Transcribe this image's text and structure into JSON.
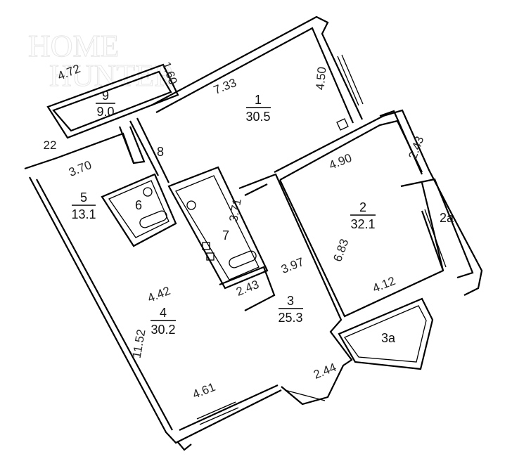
{
  "watermark": {
    "line1": "HOME",
    "line2": "HUNTER"
  },
  "rooms": [
    {
      "id": "1",
      "area": "30.5"
    },
    {
      "id": "2",
      "area": "32.1"
    },
    {
      "id": "3",
      "area": "25.3"
    },
    {
      "id": "4",
      "area": "30.2"
    },
    {
      "id": "5",
      "area": "13.1"
    },
    {
      "id": "9",
      "area": "9.0"
    }
  ],
  "labels": {
    "r6": "6",
    "r7": "7",
    "r8": "8",
    "r2a": "2a",
    "r3a": "3a",
    "r22": "22"
  },
  "dimensions": {
    "d472": "4.72",
    "d160": "1.60",
    "d733": "7.33",
    "d450": "4.50",
    "d370": "3.70",
    "d371": "3.71",
    "d490": "4.90",
    "d243a": "2.43",
    "d683": "6.83",
    "d397": "3.97",
    "d243b": "2.43",
    "d412": "4.12",
    "d442": "4.42",
    "d1152": "11.52",
    "d244": "2.44",
    "d461": "4.61"
  }
}
